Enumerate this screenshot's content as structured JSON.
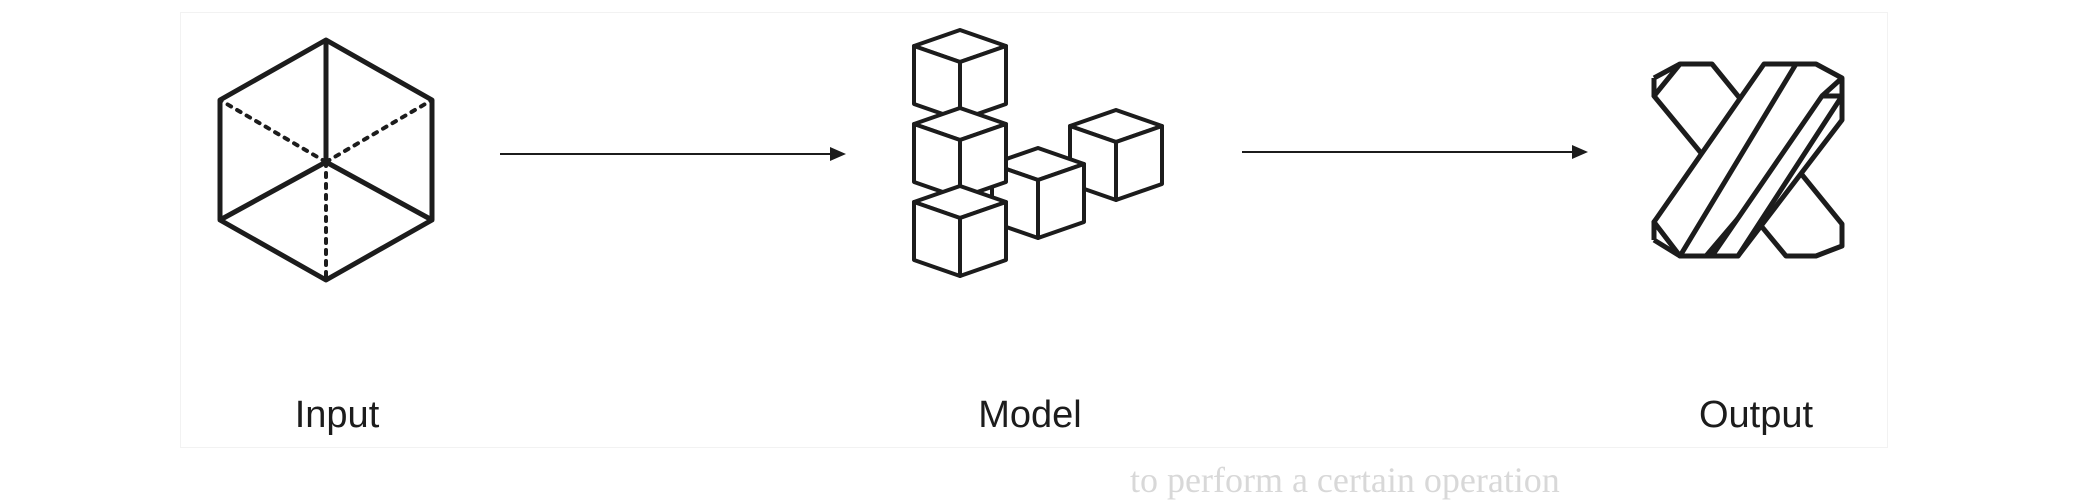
{
  "diagram": {
    "nodes": [
      {
        "id": "input",
        "label": "Input",
        "icon": "hexagon-cube-icon"
      },
      {
        "id": "model",
        "label": "Model",
        "icon": "stacked-cubes-icon"
      },
      {
        "id": "output",
        "label": "Output",
        "icon": "interlocked-bars-icon"
      }
    ],
    "edges": [
      {
        "from": "input",
        "to": "model"
      },
      {
        "from": "model",
        "to": "output"
      }
    ]
  },
  "background_text": "to perform a certain operation",
  "colors": {
    "stroke": "#1c1c1c",
    "panel_border": "#f2f2f2",
    "ghost_text": "#d8d8d8"
  }
}
